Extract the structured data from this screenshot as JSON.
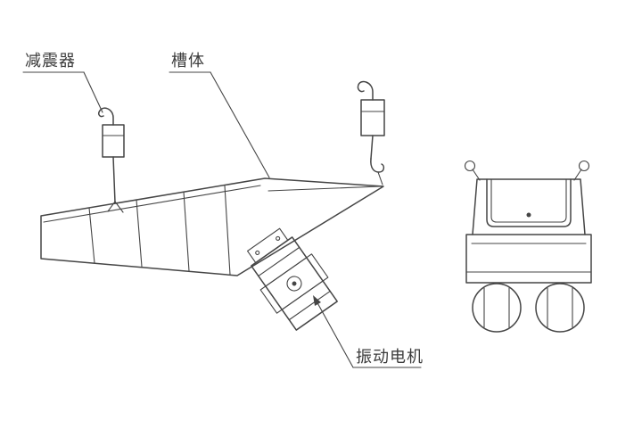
{
  "diagram": {
    "labels": {
      "damper": "减震器",
      "trough": "槽体",
      "motor": "振动电机"
    },
    "colors": {
      "line": "#454545",
      "background": "#ffffff"
    }
  }
}
